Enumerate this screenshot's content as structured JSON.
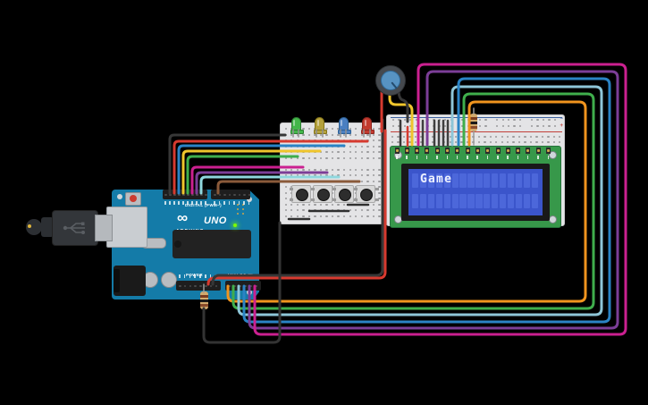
{
  "canvas": {
    "background": "#000000"
  },
  "arduino": {
    "model_label": "UNO",
    "brand_label": "ARDUINO",
    "logo_icon": "∞",
    "digital_header_label": "DIGITAL (PWM~)",
    "power_header_label": "POWER",
    "analog_header_label": "ANALOG IN",
    "board_color": "#147ba8",
    "on_led_color": "#7CFC00"
  },
  "large_breadboard": {
    "plus_label": "+",
    "minus_label": "−",
    "rail_red": "#c2403a",
    "rail_blue": "#3a5f9e",
    "body_color": "#e4e4e6"
  },
  "lcd": {
    "text": "Game",
    "cols": 16,
    "rows": 2,
    "board_color": "#37984a",
    "bezel_color": "#191919",
    "screen_color": "#3b55cb",
    "cell_color": "#4c67da",
    "text_color": "#eef2ff"
  },
  "potentiometer": {
    "body_color": "#45494e",
    "knob_color": "#5793c2"
  },
  "leds": [
    {
      "name": "green-led",
      "color": "#43b649",
      "border": "#2e7d32"
    },
    {
      "name": "yellow-led",
      "color": "#b4a13c",
      "border": "#857518"
    },
    {
      "name": "blue-led",
      "color": "#4a7fc1",
      "border": "#2c5f94"
    },
    {
      "name": "red-led",
      "color": "#c23a2e",
      "border": "#8e2620"
    }
  ],
  "pushbuttons": {
    "count": 4,
    "base_color": "#d8d8d8",
    "cap_color": "#2d2d2d"
  },
  "resistors": {
    "body_color": "#d2aa6d",
    "bands": [
      "#7a3b1f",
      "#1a1a1a",
      "#8a4b2a"
    ]
  },
  "usb_cable": {
    "plug_color": "#33363a",
    "socket_color": "#c9cdd1"
  },
  "wires": [
    {
      "id": "d-black",
      "name": "digital-gnd-wire",
      "color": "#373737"
    },
    {
      "id": "d-red",
      "name": "digital-13-wire",
      "color": "#d63a2f"
    },
    {
      "id": "d-blue",
      "name": "digital-12-wire",
      "color": "#2a83c5"
    },
    {
      "id": "d-yellow",
      "name": "digital-11-wire",
      "color": "#efc52c"
    },
    {
      "id": "d-green",
      "name": "digital-10-wire",
      "color": "#3fae4c"
    },
    {
      "id": "d-magenta",
      "name": "digital-9-wire",
      "color": "#cb2090"
    },
    {
      "id": "d-purple",
      "name": "digital-8-wire",
      "color": "#7c3e97"
    },
    {
      "id": "d-cyan",
      "name": "digital-7-wire",
      "color": "#8fd8de"
    },
    {
      "id": "d-brown",
      "name": "digital-4-wire",
      "color": "#8a5a3a"
    },
    {
      "id": "p-red",
      "name": "power-5v-wire",
      "color": "#d63a2f"
    },
    {
      "id": "p-black",
      "name": "power-gnd-wire",
      "color": "#373737"
    },
    {
      "id": "a0-orange",
      "name": "analog-a0-wire",
      "color": "#f0941e"
    },
    {
      "id": "a1-green",
      "name": "analog-a1-wire",
      "color": "#3fae4c"
    },
    {
      "id": "a2-sky",
      "name": "analog-a2-wire",
      "color": "#8ec6d8"
    },
    {
      "id": "a3-blue",
      "name": "analog-a3-wire",
      "color": "#2a83c5"
    },
    {
      "id": "a4-purple",
      "name": "analog-a4-wire",
      "color": "#7c3e97"
    },
    {
      "id": "a5-magenta",
      "name": "analog-a5-wire",
      "color": "#cb2090"
    },
    {
      "id": "pot-red",
      "name": "pot-power-wire",
      "color": "#d63a2f"
    },
    {
      "id": "pot-yellow",
      "name": "pot-wiper-wire",
      "color": "#efc52c"
    },
    {
      "id": "pot-black",
      "name": "pot-gnd-wire",
      "color": "#373737"
    },
    {
      "id": "lcd-gnd-black",
      "name": "lcd-gnd-jumper",
      "color": "#373737"
    },
    {
      "id": "lcd-vcc-red",
      "name": "lcd-vcc-jumper",
      "color": "#d63a2f"
    },
    {
      "id": "lcd-dark-1",
      "name": "lcd-jumper",
      "color": "#3f3f3f"
    },
    {
      "id": "lcd-dark-2",
      "name": "lcd-jumper",
      "color": "#3f3f3f"
    },
    {
      "id": "lcd-dark-3",
      "name": "lcd-jumper",
      "color": "#3f3f3f"
    },
    {
      "id": "lcd-dark-4",
      "name": "lcd-jumper",
      "color": "#3f3f3f"
    },
    {
      "id": "lcd-dark-5",
      "name": "lcd-jumper",
      "color": "#3f3f3f"
    },
    {
      "id": "gnd-loop-black",
      "name": "button-gnd-loop-wire",
      "color": "#333333"
    },
    {
      "id": "chain-1",
      "name": "button-chain-wire",
      "color": "#2f2f2f"
    },
    {
      "id": "chain-2",
      "name": "button-chain-wire",
      "color": "#2f2f2f"
    },
    {
      "id": "chain-3",
      "name": "button-chain-wire",
      "color": "#2f2f2f"
    },
    {
      "id": "r1-lead",
      "name": "resistor-lead",
      "color": "#9a9a9a"
    },
    {
      "id": "r2-lead-top",
      "name": "resistor-lead",
      "color": "#9a9a9a"
    },
    {
      "id": "r2-lead-bot",
      "name": "resistor-lead",
      "color": "#9a9a9a"
    },
    {
      "id": "led-legs",
      "name": "led-legs",
      "color": "#8f8f8f"
    }
  ]
}
